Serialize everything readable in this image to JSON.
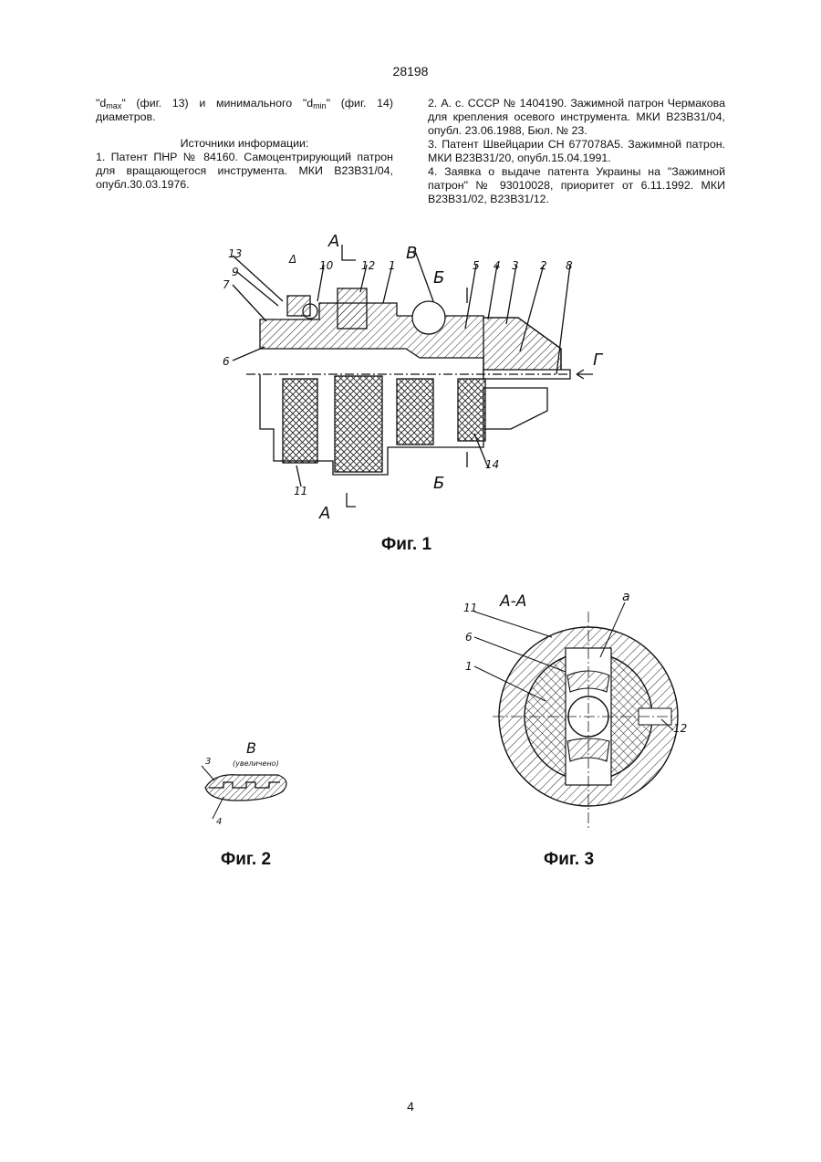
{
  "header": {
    "patent_number": "28198"
  },
  "left_column": {
    "intro_prefix": "\"d",
    "intro_sub_max": "max",
    "intro_mid": "\" (фиг. 13) и минимального \"d",
    "intro_sub_min": "min",
    "intro_suffix": "\" (фиг. 14) диаметров.",
    "sources_heading": "Источники информации:",
    "ref1": "1. Патент ПНР № 84160. Самоцентрирующий патрон для вращающегося инструмента. МКИ В23В31/04, опубл.30.03.1976."
  },
  "right_column": {
    "ref2": "2. А. с. СССР № 1404190. Зажимной патрон Чермакова для крепления осевого инструмента. МКИ В23В31/04, опубл. 23.06.1988, Бюл. № 23.",
    "ref3": "3. Патент Швейцарии СН 677078А5. Зажимной патрон. МКИ В23В31/20, опубл.15.04.1991.",
    "ref4": "4. Заявка о выдаче патента Украины на \"Зажимной патрон\" № 93010028, приоритет от 6.11.1992. МКИ В23В31/02, В23В31/12."
  },
  "figure1": {
    "caption": "Фиг. 1",
    "section_a": "А",
    "section_b": "Б",
    "detail_v": "В",
    "arrow_g": "Г",
    "delta": "Δ",
    "labels": [
      "13",
      "9",
      "7",
      "6",
      "10",
      "12",
      "1",
      "5",
      "4",
      "3",
      "2",
      "8",
      "11",
      "14"
    ]
  },
  "figure2": {
    "caption": "Фиг. 2",
    "title": "В",
    "subtitle": "(увеличено)",
    "labels": [
      "3",
      "4"
    ]
  },
  "figure3": {
    "caption": "Фиг. 3",
    "title": "А-А",
    "labels": [
      "11",
      "6",
      "1",
      "а",
      "12"
    ]
  },
  "footer": {
    "page_number": "4"
  }
}
